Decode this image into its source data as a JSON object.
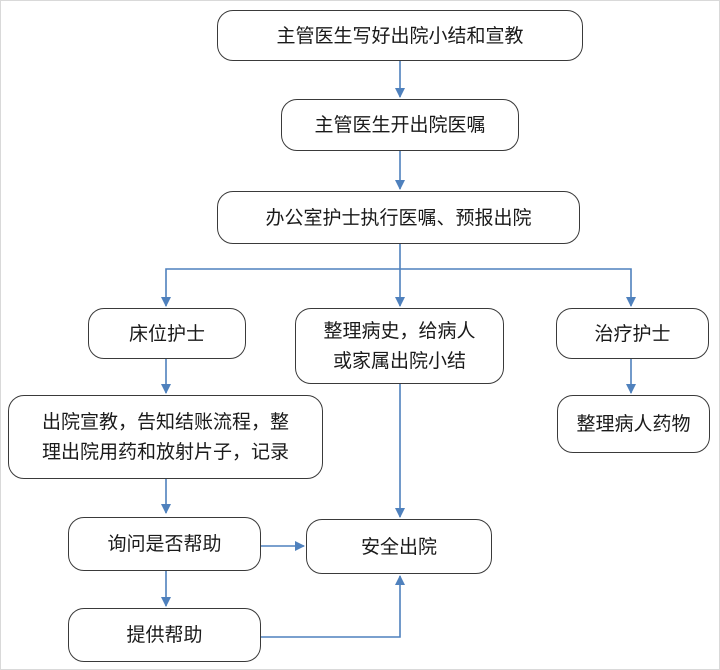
{
  "nodes": {
    "n1": "主管医生写好出院小结和宣教",
    "n2": "主管医生开出院医嘱",
    "n3": "办公室护士执行医嘱、预报出院",
    "n4": "床位护士",
    "n5": "整理病史，给病人\n或家属出院小结",
    "n6": "治疗护士",
    "n7": "出院宣教，告知结账流程，整\n理出院用药和放射片子，记录",
    "n8": "整理病人药物",
    "n9": "询问是否帮助",
    "n10": "安全出院",
    "n11": "提供帮助"
  },
  "colors": {
    "arrow": "#4f81bd",
    "border": "#3a3a3a"
  }
}
